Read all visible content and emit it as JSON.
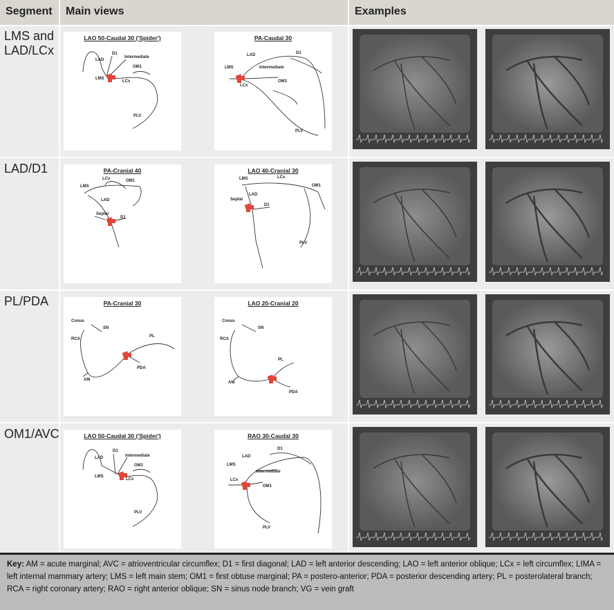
{
  "headers": {
    "segment": "Segment",
    "main_views": "Main views",
    "examples": "Examples"
  },
  "rows": [
    {
      "segment": "LMS and LAD/LCx",
      "views": [
        {
          "title": "LAO 50-Caudal 30 ('Spider')",
          "labels": [
            "D1",
            "Intermediate",
            "LAD",
            "OM1",
            "LMS",
            "LCx",
            "PLV"
          ]
        },
        {
          "title": "PA-Caudal 30",
          "labels": [
            "LAD",
            "D1",
            "LMS",
            "Intermediate",
            "LCx",
            "OM1",
            "PLV"
          ]
        }
      ]
    },
    {
      "segment": "LAD/D1",
      "views": [
        {
          "title": "PA-Cranial 40",
          "labels": [
            "LCx",
            "OM1",
            "LMS",
            "LAD",
            "Septal",
            "D1"
          ]
        },
        {
          "title": "LAO 40-Cranial 30",
          "labels": [
            "LMS",
            "LCx",
            "OM1",
            "LAD",
            "Septal",
            "D1",
            "PLV"
          ]
        }
      ]
    },
    {
      "segment": "PL/PDA",
      "views": [
        {
          "title": "PA-Cranial 30",
          "labels": [
            "Conus",
            "SN",
            "RCA",
            "PL",
            "PDA",
            "AM"
          ]
        },
        {
          "title": "LAO 20-Cranial 20",
          "labels": [
            "Conus",
            "SN",
            "RCA",
            "PL",
            "AM",
            "PDA"
          ]
        }
      ]
    },
    {
      "segment": "OM1/AVC",
      "views": [
        {
          "title": "LAO 50-Caudal 30 ('Spider')",
          "labels": [
            "D1",
            "Intermediate",
            "LAD",
            "OM1",
            "LMS",
            "LCx",
            "PLV"
          ]
        },
        {
          "title": "RAO 30-Caudal 30",
          "labels": [
            "D1",
            "LAD",
            "LMS",
            "Intermediate",
            "LCx",
            "OM1",
            "PLV"
          ]
        }
      ]
    }
  ],
  "key": {
    "label": "Key:",
    "text": "AM = acute marginal; AVC = atrioventricular circumflex; D1 = first diagonal; LAD = left anterior descending; LAO = left anterior oblique; LCx = left circumflex; LIMA = left internal mammary artery; LMS = left main stem; OM1 = first obtuse marginal; PA = postero-anterior; PDA = posterior descending artery; PL = posterolateral branch; RCA = right coronary artery; RAO = right anterior oblique; SN = sinus node branch; VG = vein graft"
  },
  "colors": {
    "marker": "#e0463a",
    "header_bg": "#d9d6d0",
    "body_bg": "#ececec",
    "key_bg": "#bdbcba"
  }
}
